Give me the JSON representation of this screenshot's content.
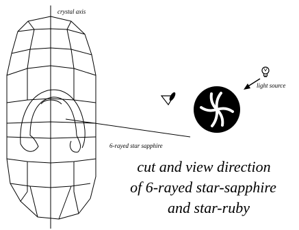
{
  "labels": {
    "crystal_axis": "crystal axis",
    "light_source": "light source",
    "star_sapphire": "6-rayed star sapphire"
  },
  "caption": {
    "line1": "cut and view direction",
    "line2": "of 6-rayed star-sapphire",
    "line3": "and star-ruby"
  },
  "colors": {
    "ink": "#000000",
    "background": "#ffffff"
  },
  "icons": [
    "eye-icon",
    "lightbulb-icon",
    "arrow-icon"
  ]
}
